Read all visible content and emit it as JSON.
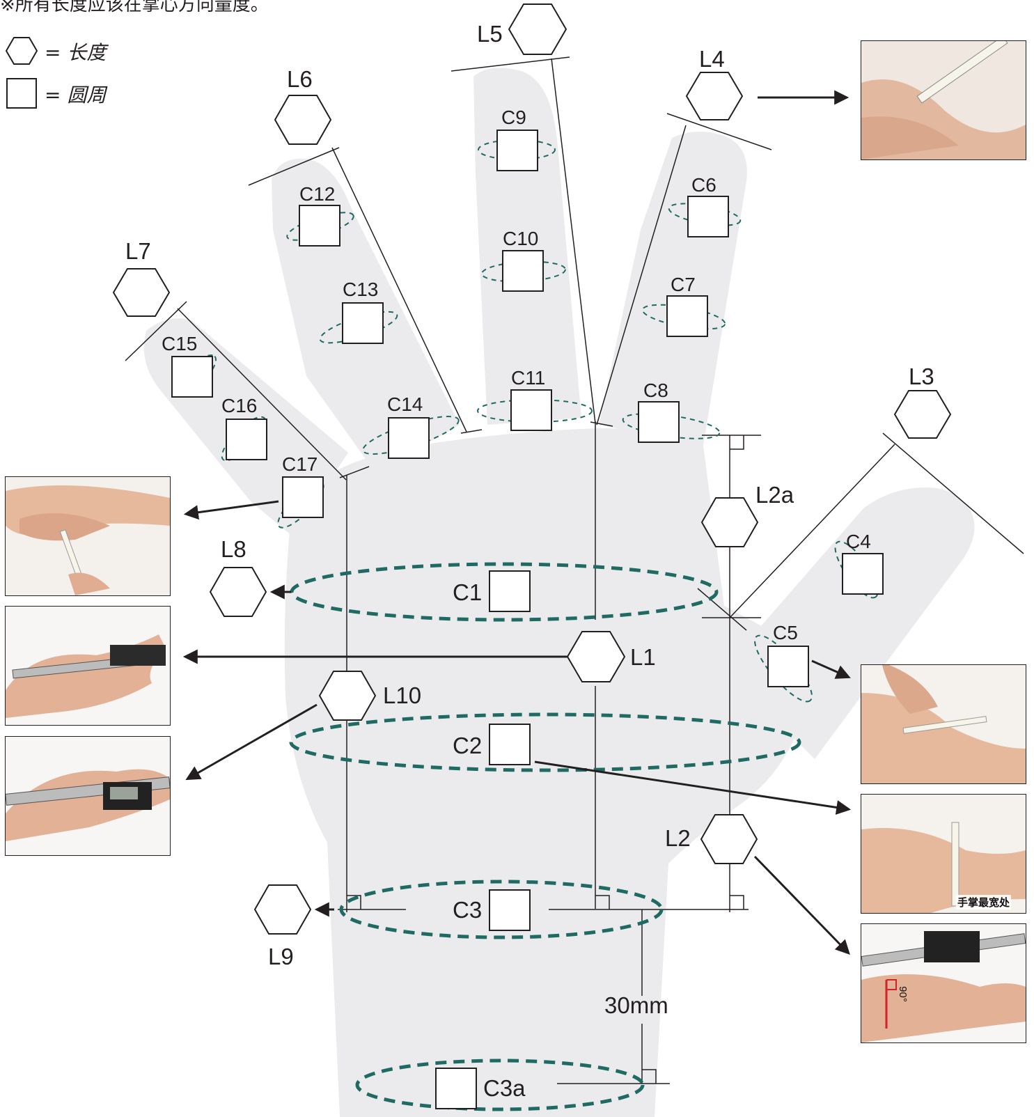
{
  "header_note": "※所有长度应该在掌心方向量度。",
  "legend": {
    "length_symbol": "=",
    "length_label": "长度",
    "circumference_symbol": "=",
    "circumference_label": "圆周"
  },
  "length_labels": {
    "L1": "L1",
    "L2": "L2",
    "L2a": "L2a",
    "L3": "L3",
    "L4": "L4",
    "L5": "L5",
    "L6": "L6",
    "L7": "L7",
    "L8": "L8",
    "L9": "L9",
    "L10": "L10"
  },
  "circumference_labels": {
    "C1": "C1",
    "C2": "C2",
    "C3": "C3",
    "C3a": "C3a",
    "C4": "C4",
    "C5": "C5",
    "C6": "C6",
    "C7": "C7",
    "C8": "C8",
    "C9": "C9",
    "C10": "C10",
    "C11": "C11",
    "C12": "C12",
    "C13": "C13",
    "C14": "C14",
    "C15": "C15",
    "C16": "C16",
    "C17": "C17"
  },
  "distance_label": "30mm",
  "photo_annotations": {
    "palm_widest": "手掌最宽处",
    "right_angle": "90°"
  },
  "colors": {
    "hand": "#ebebed",
    "line": "#231f20",
    "dash": "#1f6b63",
    "photo_frame": "#231f20",
    "angle_marker": "#d1232a"
  }
}
